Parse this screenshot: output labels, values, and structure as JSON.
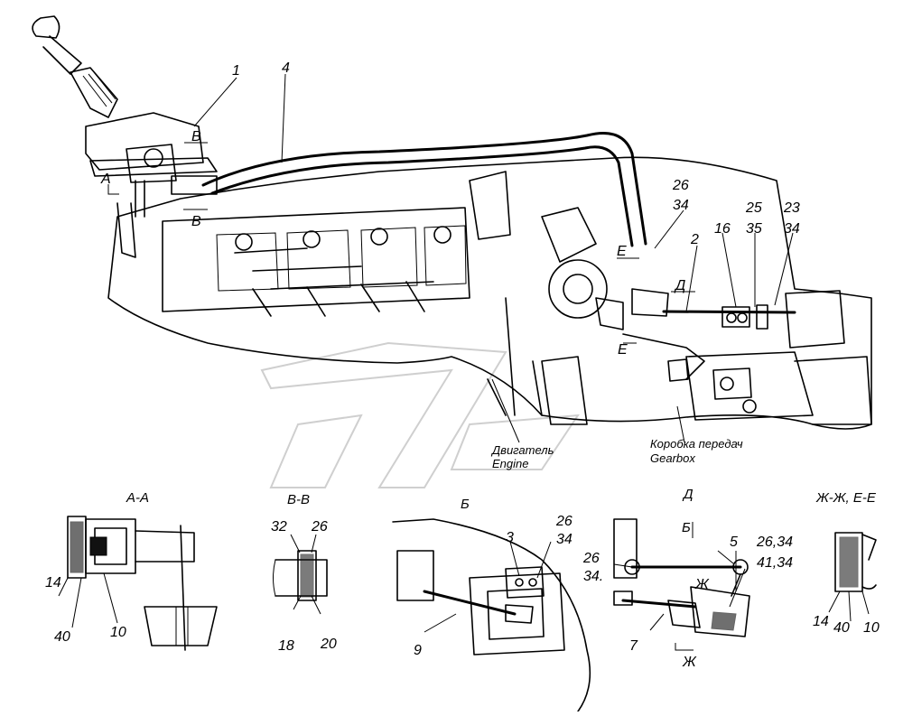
{
  "callouts": {
    "c1": "1",
    "c4": "4",
    "c2": "2",
    "c16": "16",
    "c26a": "26",
    "c34a": "34",
    "c25": "25",
    "c35": "35",
    "c23": "23",
    "c34b": "34",
    "sec_e_top": "Е",
    "sec_d_top": "Д",
    "sec_e_bottom": "Е",
    "sec_b_top": "В",
    "sec_a": "А",
    "sec_v": "В"
  },
  "units": {
    "engine_ru": "Двигатель",
    "engine_en": "Engine",
    "gearbox_ru": "Коробка передач",
    "gearbox_en": "Gearbox"
  },
  "view_aa": {
    "title": "А-А",
    "l14": "14",
    "l40": "40",
    "l10": "10"
  },
  "view_vv": {
    "title": "В-В",
    "l32": "32",
    "l26": "26",
    "l18": "18",
    "l20": "20"
  },
  "view_b": {
    "title": "Б",
    "l3": "3",
    "l26": "26",
    "l34": "34",
    "l9": "9"
  },
  "view_d": {
    "title": "Д",
    "sub": "Б",
    "l5": "5",
    "l26": "26",
    "l34": "34.",
    "l2634": "26,34",
    "l4134": "41,34",
    "zh": "Ж",
    "zh2": "Ж",
    "l7": "7"
  },
  "view_zh": {
    "title": "Ж-Ж, Е-Е",
    "l14": "14",
    "l40": "40",
    "l10": "10"
  }
}
